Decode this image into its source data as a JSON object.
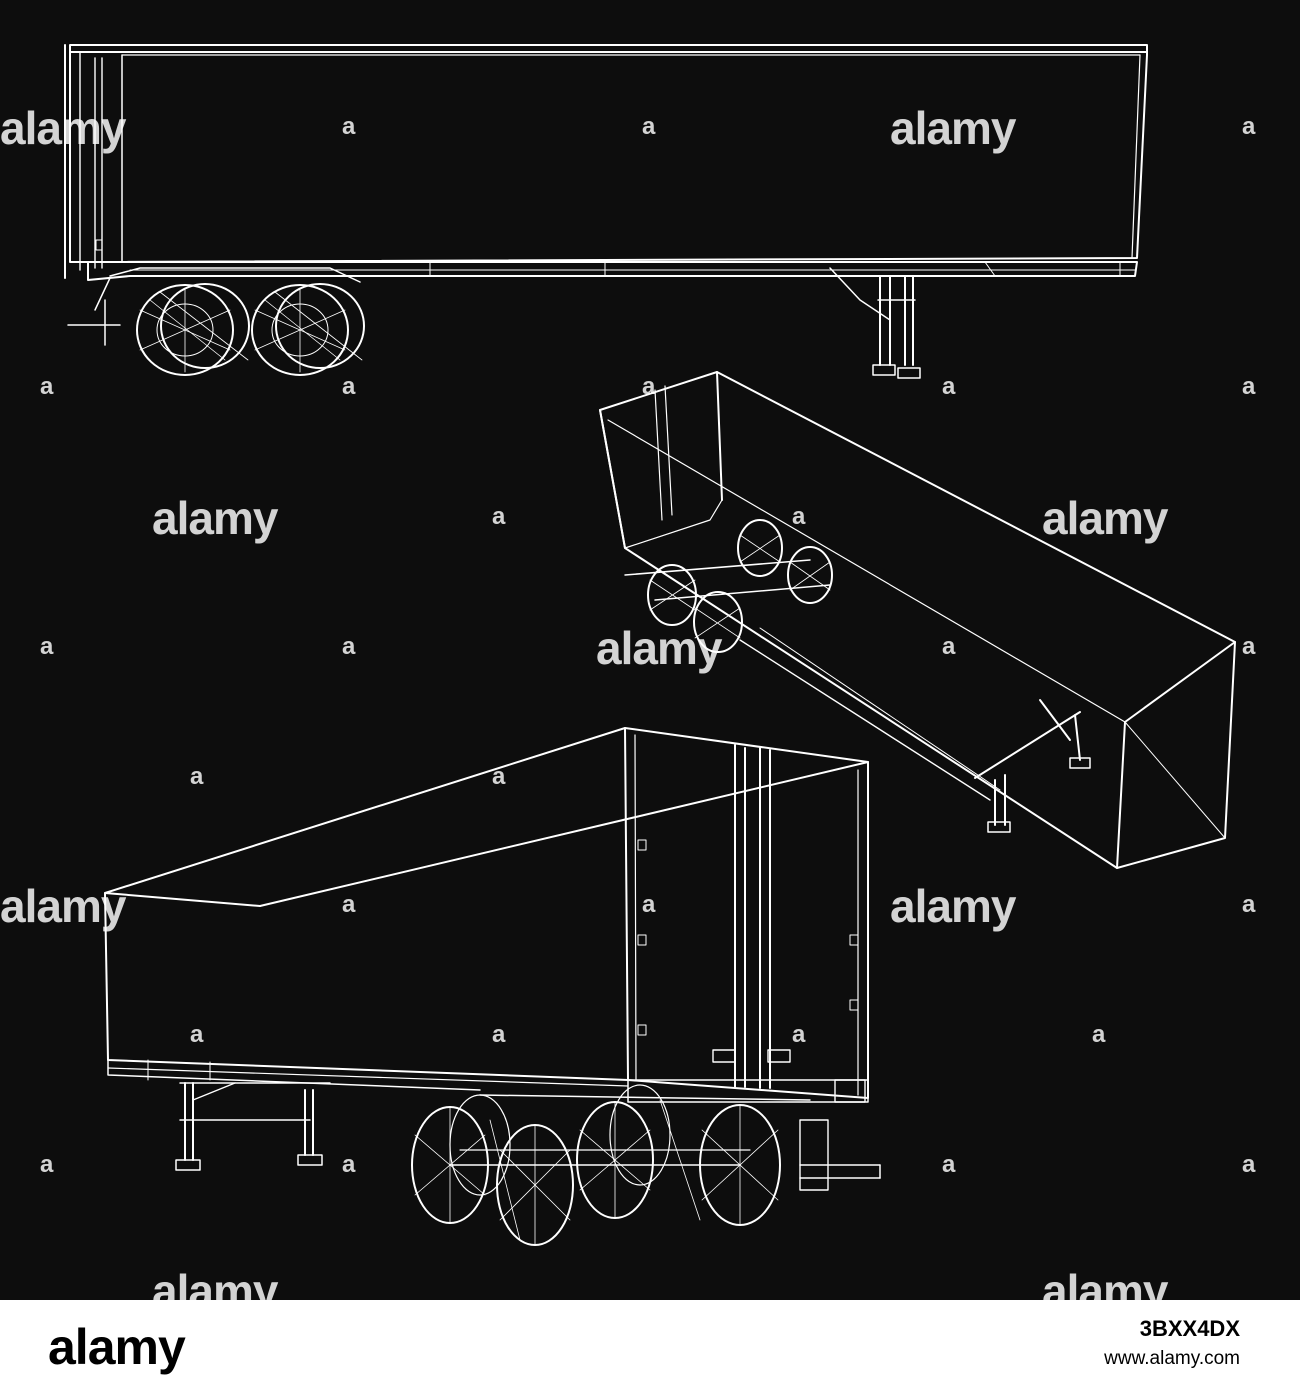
{
  "watermark": {
    "text": "alamy",
    "short": "a"
  },
  "footer": {
    "logo": "alamy",
    "image_id": "3BXX4DX",
    "url": "www.alamy.com"
  },
  "colors": {
    "background": "#0d0d0d",
    "lines": "#ffffff",
    "footer_bg": "#ffffff",
    "footer_text": "#000000"
  }
}
